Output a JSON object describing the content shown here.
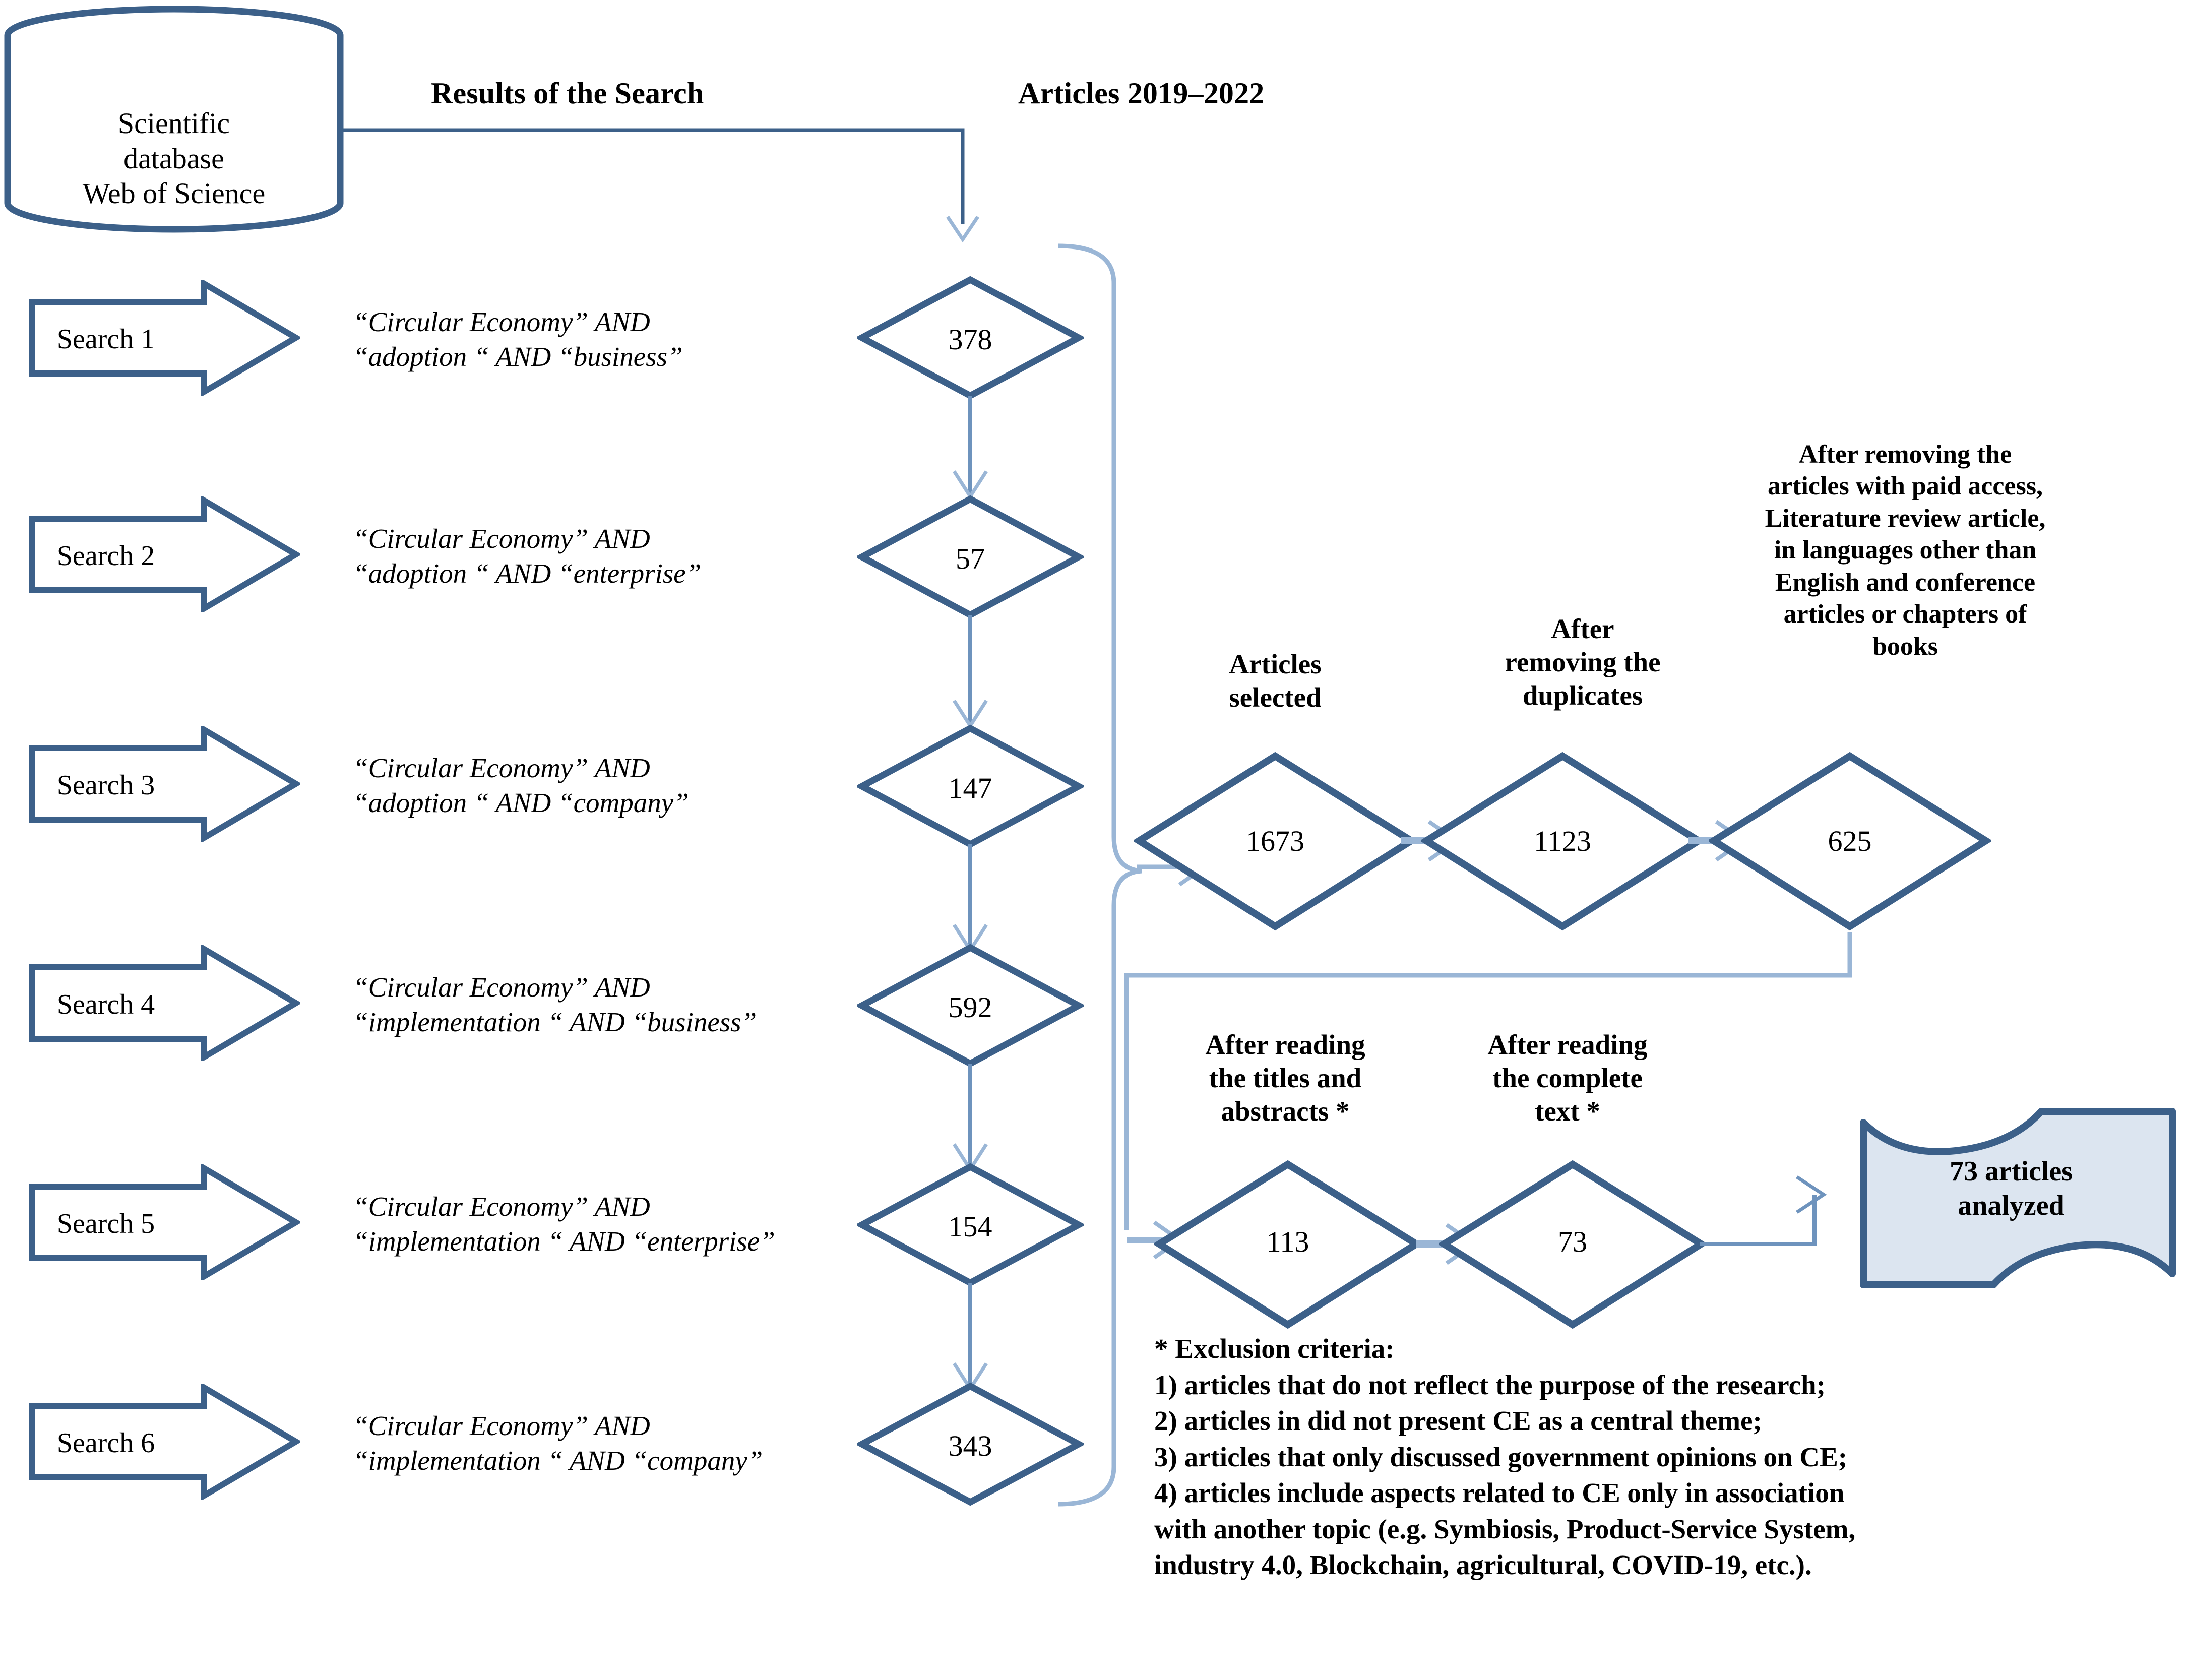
{
  "headers": {
    "results_of_search": "Results of the Search",
    "articles_years": "Articles 2019–2022"
  },
  "database": {
    "line1": "Scientific",
    "line2": "database",
    "line3": "Web of Science"
  },
  "searches": [
    {
      "label": "Search 1",
      "query_line1": "“Circular Economy” AND",
      "query_line2": "“adoption “ AND “business”",
      "count": "378"
    },
    {
      "label": "Search 2",
      "query_line1": "“Circular Economy” AND",
      "query_line2": "“adoption “ AND “enterprise”",
      "count": "57"
    },
    {
      "label": "Search 3",
      "query_line1": "“Circular Economy” AND",
      "query_line2": "“adoption “ AND “company”",
      "count": "147"
    },
    {
      "label": "Search 4",
      "query_line1": "“Circular Economy” AND",
      "query_line2": "“implementation “ AND “business”",
      "count": "592"
    },
    {
      "label": "Search 5",
      "query_line1": "“Circular Economy” AND",
      "query_line2": "“implementation “ AND “enterprise”",
      "count": "154"
    },
    {
      "label": "Search 6",
      "query_line1": "“Circular Economy” AND",
      "query_line2": "“implementation “ AND “company”",
      "count": "343"
    }
  ],
  "screening_row1": [
    {
      "label_lines": [
        "Articles",
        "selected"
      ],
      "count": "1673"
    },
    {
      "label_lines": [
        "After",
        "removing the",
        "duplicates"
      ],
      "count": "1123"
    },
    {
      "label_lines": [
        "After removing the",
        "articles with paid access,",
        "Literature review article,",
        "in languages other than",
        "English and conference",
        "articles or chapters of",
        "books"
      ],
      "count": "625"
    }
  ],
  "screening_row2": [
    {
      "label_lines": [
        "After reading",
        "the titles and",
        "abstracts *"
      ],
      "count": "113"
    },
    {
      "label_lines": [
        "After reading",
        "the complete",
        "text *"
      ],
      "count": "73"
    }
  ],
  "final_banner": {
    "line1": "73 articles",
    "line2": "analyzed"
  },
  "exclusion": {
    "title": "* Exclusion criteria:",
    "items": [
      "1) articles that do not reflect the purpose of the research;",
      "2) articles in did not present CE as a central theme;",
      "3) articles that only discussed government opinions on CE;",
      "4) articles include aspects related to CE only in association",
      "with another topic (e.g. Symbiosis, Product-Service System,",
      "industry 4.0, Blockchain, agricultural, COVID-19, etc.)."
    ]
  },
  "colors": {
    "stroke_dark": "#3c6089",
    "stroke_light": "#9ab6d6",
    "banner_fill": "#dce5f0",
    "text": "#000000"
  }
}
